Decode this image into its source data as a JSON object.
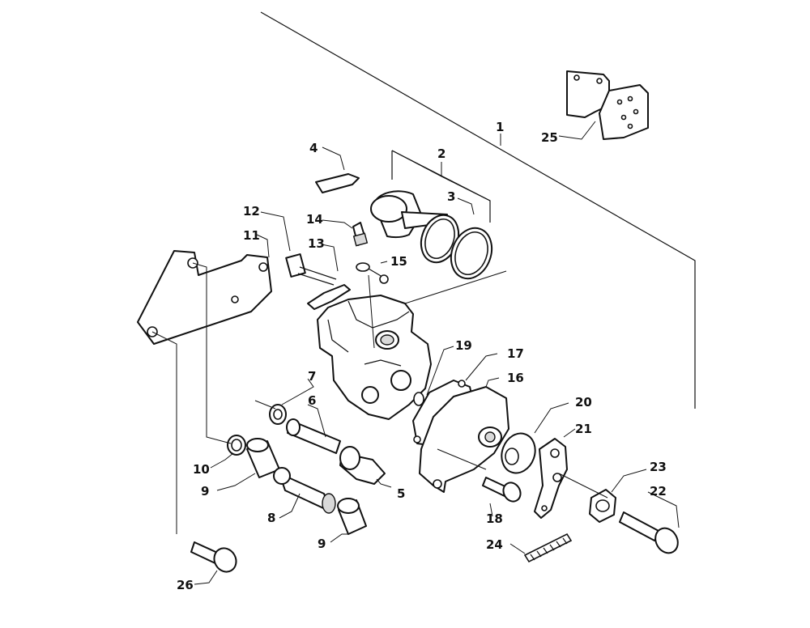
{
  "diagram": {
    "callouts": [
      {
        "id": "c1",
        "text": "1"
      },
      {
        "id": "c2",
        "text": "2"
      },
      {
        "id": "c3",
        "text": "3"
      },
      {
        "id": "c4",
        "text": "4"
      },
      {
        "id": "c5",
        "text": "5"
      },
      {
        "id": "c6",
        "text": "6"
      },
      {
        "id": "c7",
        "text": "7"
      },
      {
        "id": "c8",
        "text": "8"
      },
      {
        "id": "c9a",
        "text": "9"
      },
      {
        "id": "c9b",
        "text": "9"
      },
      {
        "id": "c10",
        "text": "10"
      },
      {
        "id": "c11",
        "text": "11"
      },
      {
        "id": "c12",
        "text": "12"
      },
      {
        "id": "c13",
        "text": "13"
      },
      {
        "id": "c14",
        "text": "14"
      },
      {
        "id": "c15",
        "text": "15"
      },
      {
        "id": "c16",
        "text": "16"
      },
      {
        "id": "c17",
        "text": "17"
      },
      {
        "id": "c18",
        "text": "18"
      },
      {
        "id": "c19",
        "text": "19"
      },
      {
        "id": "c20",
        "text": "20"
      },
      {
        "id": "c21",
        "text": "21"
      },
      {
        "id": "c22",
        "text": "22"
      },
      {
        "id": "c23",
        "text": "23"
      },
      {
        "id": "c24",
        "text": "24"
      },
      {
        "id": "c25",
        "text": "25"
      },
      {
        "id": "c26",
        "text": "26"
      }
    ]
  }
}
